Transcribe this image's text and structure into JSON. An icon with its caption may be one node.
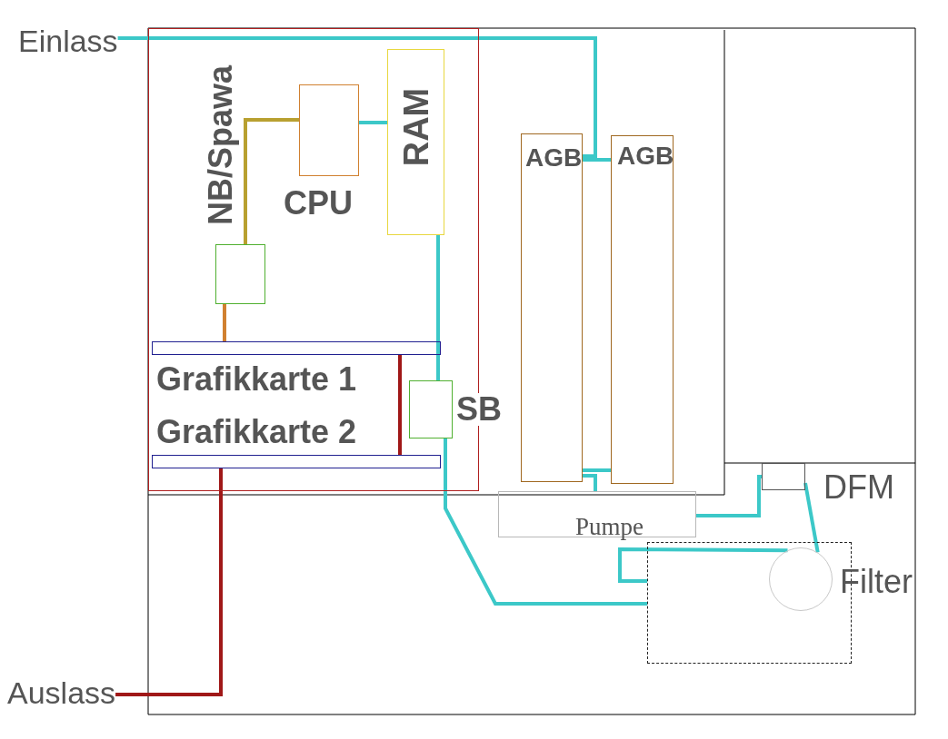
{
  "diagram": {
    "nodes": [
      {
        "text": [
          "Einlass"
        ]
      },
      {
        "text": [],
        "shape": "box"
      },
      {
        "text": [
          "NB/Spawa"
        ],
        "in": 1
      },
      {
        "text": [
          "CPU"
        ],
        "in": 1
      },
      {
        "text": [
          "RAM"
        ],
        "in": 1
      },
      {
        "text": [
          "Grafikkarte 1"
        ],
        "in": 1
      },
      {
        "text": [
          "Grafikkarte 2"
        ],
        "in": 1
      },
      {
        "text": [
          "SB"
        ],
        "in": 1
      },
      {
        "text": [
          "AGB"
        ]
      },
      {
        "text": [
          "AGB"
        ]
      },
      {
        "text": [
          "Pumpe"
        ]
      },
      {
        "text": [
          "DFM"
        ]
      },
      {
        "text": [],
        "shape": "box"
      },
      {
        "text": [
          "Filter"
        ],
        "in": 12
      },
      {
        "text": [
          "Auslass"
        ]
      }
    ],
    "edges": [
      {
        "from": 0,
        "to": 8,
        "arrow": "none"
      },
      {
        "from": 8,
        "to": 9,
        "arrow": "none"
      },
      {
        "from": 8,
        "to": 9,
        "arrow": "none"
      },
      {
        "from": 8,
        "to": 10,
        "arrow": "none"
      },
      {
        "from": 10,
        "to": 11,
        "arrow": "none"
      },
      {
        "from": 11,
        "to": 13,
        "arrow": "none"
      },
      {
        "from": 13,
        "to": 12,
        "arrow": "none"
      },
      {
        "from": 12,
        "to": 7,
        "arrow": "none"
      },
      {
        "from": 7,
        "to": 4,
        "arrow": "none"
      },
      {
        "from": 4,
        "to": 3,
        "arrow": "none"
      },
      {
        "from": 3,
        "to": 2,
        "arrow": "none",
        "color": "#b8a030"
      },
      {
        "from": 2,
        "to": 5,
        "arrow": "none",
        "color": "#d08030"
      },
      {
        "from": 5,
        "to": 6,
        "arrow": "none",
        "color": "#a01818"
      },
      {
        "from": 6,
        "to": 14,
        "arrow": "none",
        "color": "#a01818"
      }
    ]
  }
}
